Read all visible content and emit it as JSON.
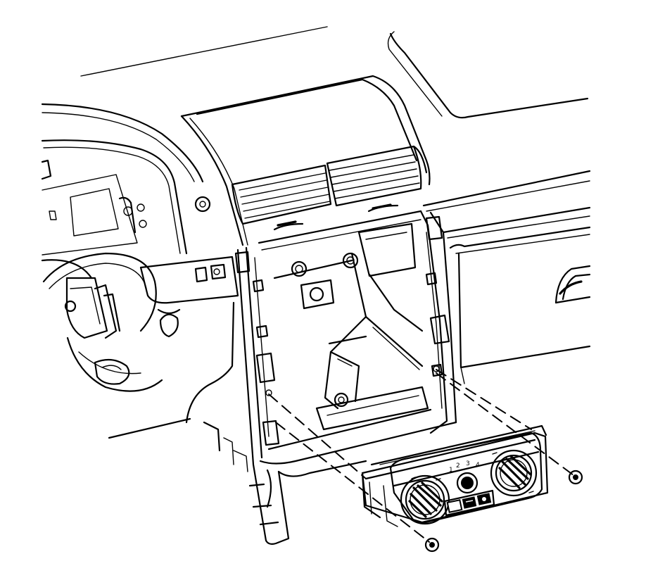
{
  "diagram": {
    "parts": [
      "dashboard",
      "instrument-cluster-opening",
      "center-air-vents",
      "radio-opening",
      "center-bezel-frame",
      "hvac-control-module",
      "mounting-screws"
    ],
    "hvac_control": {
      "dial_marks": [
        "1",
        "2",
        "3",
        "4"
      ]
    }
  }
}
